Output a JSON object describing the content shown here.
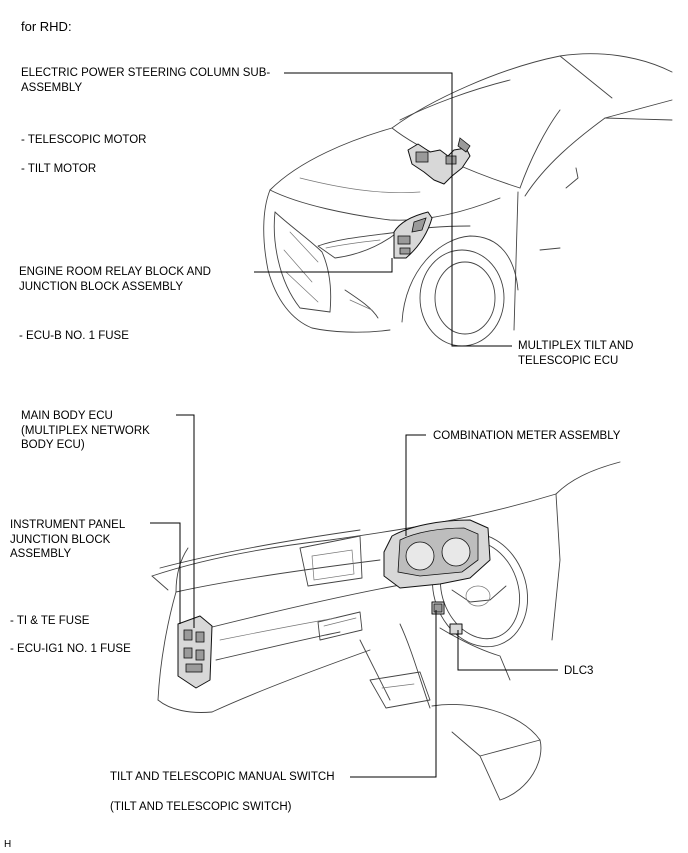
{
  "header": "for RHD:",
  "labels": {
    "eps_column": "ELECTRIC POWER STEERING COLUMN SUB-\nASSEMBLY",
    "telescopic_motor": "- TELESCOPIC MOTOR",
    "tilt_motor": "- TILT MOTOR",
    "engine_relay_block": "ENGINE ROOM RELAY BLOCK AND\nJUNCTION BLOCK ASSEMBLY",
    "ecu_b_fuse": "- ECU-B NO. 1 FUSE",
    "multiplex_ecu": "MULTIPLEX TILT AND\nTELESCOPIC ECU",
    "main_body_ecu": "MAIN BODY ECU\n(MULTIPLEX NETWORK\nBODY ECU)",
    "combination_meter": "COMBINATION METER ASSEMBLY",
    "ip_junction_block": "INSTRUMENT PANEL\nJUNCTION BLOCK\nASSEMBLY",
    "ti_te_fuse": "- TI & TE FUSE",
    "ecu_ig1_fuse": "- ECU-IG1 NO. 1 FUSE",
    "dlc3": "DLC3",
    "manual_switch": "TILT AND TELESCOPIC MANUAL SWITCH",
    "switch_alias": "(TILT AND TELESCOPIC SWITCH)"
  },
  "footer_code": "H"
}
